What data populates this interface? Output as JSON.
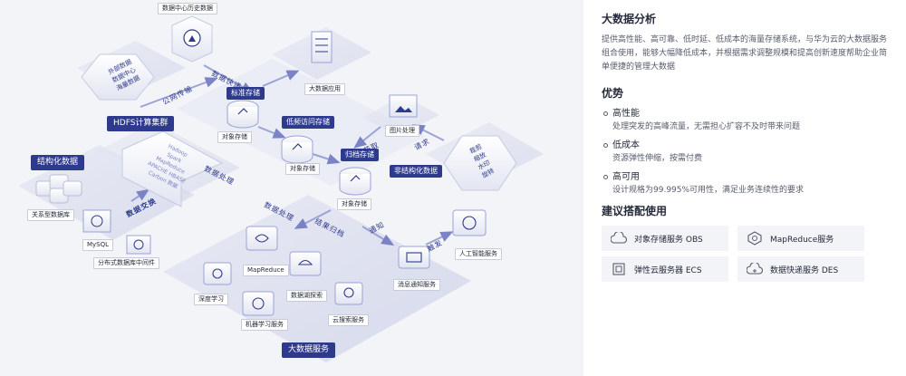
{
  "diagram": {
    "history_data": "数据中心历史数据",
    "external_data": "外部数据\n数据中心\n海量数据",
    "public_transfer": "公网传输",
    "data_express": "数据快递",
    "hdfs_cluster": "HDFS计算集群",
    "compute_engines": "Hadoop\nSpark\nMapReduce\nAPACHE HBASE\nCarbon 数据",
    "structured_data": "结构化数据",
    "relational_db": "关系型数据库",
    "mysql": "MySQL",
    "distributed_middleware": "分布式数据库中间件",
    "data_exchange": "数据交换",
    "data_processing_1": "数据处理",
    "data_processing_2": "数据处理",
    "big_data_app": "大数据应用",
    "standard_storage": "标准存储",
    "object_storage_1": "对象存储",
    "infrequent_storage": "低频访问存储",
    "object_storage_2": "对象存储",
    "archive_storage": "归档存储",
    "object_storage_3": "对象存储",
    "unstructured_data": "非结构化数据",
    "image_processing": "图片处理",
    "acquire": "获取",
    "request": "请求",
    "media_ops": "裁剪\n缩放\n水印\n旋转",
    "result_archive": "结果归档",
    "notify": "通知",
    "trigger": "触发",
    "ai_service": "人工智能服务",
    "message_service": "消息通知服务",
    "mapreduce": "MapReduce",
    "deep_learning": "深度学习",
    "data_lake_search": "数据湖探索",
    "machine_learning": "机器学习服务",
    "cloud_search": "云搜索服务",
    "big_data_services": "大数据服务"
  },
  "panel": {
    "title": "大数据分析",
    "description": "提供高性能、高可靠、低时延、低成本的海量存储系统，与华为云的大数据服务组合使用，能够大幅降低成本，并根据需求调整规模和提高创新速度帮助企业简单便捷的管理大数据",
    "advantages_title": "优势",
    "advantages": [
      {
        "title": "高性能",
        "text": "处理突发的高峰流量，无需担心扩容不及时带来问题"
      },
      {
        "title": "低成本",
        "text": "资源弹性伸缩，按需付费"
      },
      {
        "title": "高可用",
        "text": "设计规格为99.995%可用性，满足业务连续性的要求"
      }
    ],
    "recommend_title": "建议搭配使用",
    "services": [
      {
        "label": "对象存储服务 OBS",
        "icon": "obs-icon"
      },
      {
        "label": "MapReduce服务",
        "icon": "mapreduce-icon"
      },
      {
        "label": "弹性云服务器 ECS",
        "icon": "ecs-icon"
      },
      {
        "label": "数据快递服务 DES",
        "icon": "des-icon"
      }
    ]
  },
  "colors": {
    "accent": "#2e3a8c",
    "plate": "#dcdfee",
    "plate_dark": "#c3c7de",
    "panel_bg": "#f3f4f8"
  }
}
